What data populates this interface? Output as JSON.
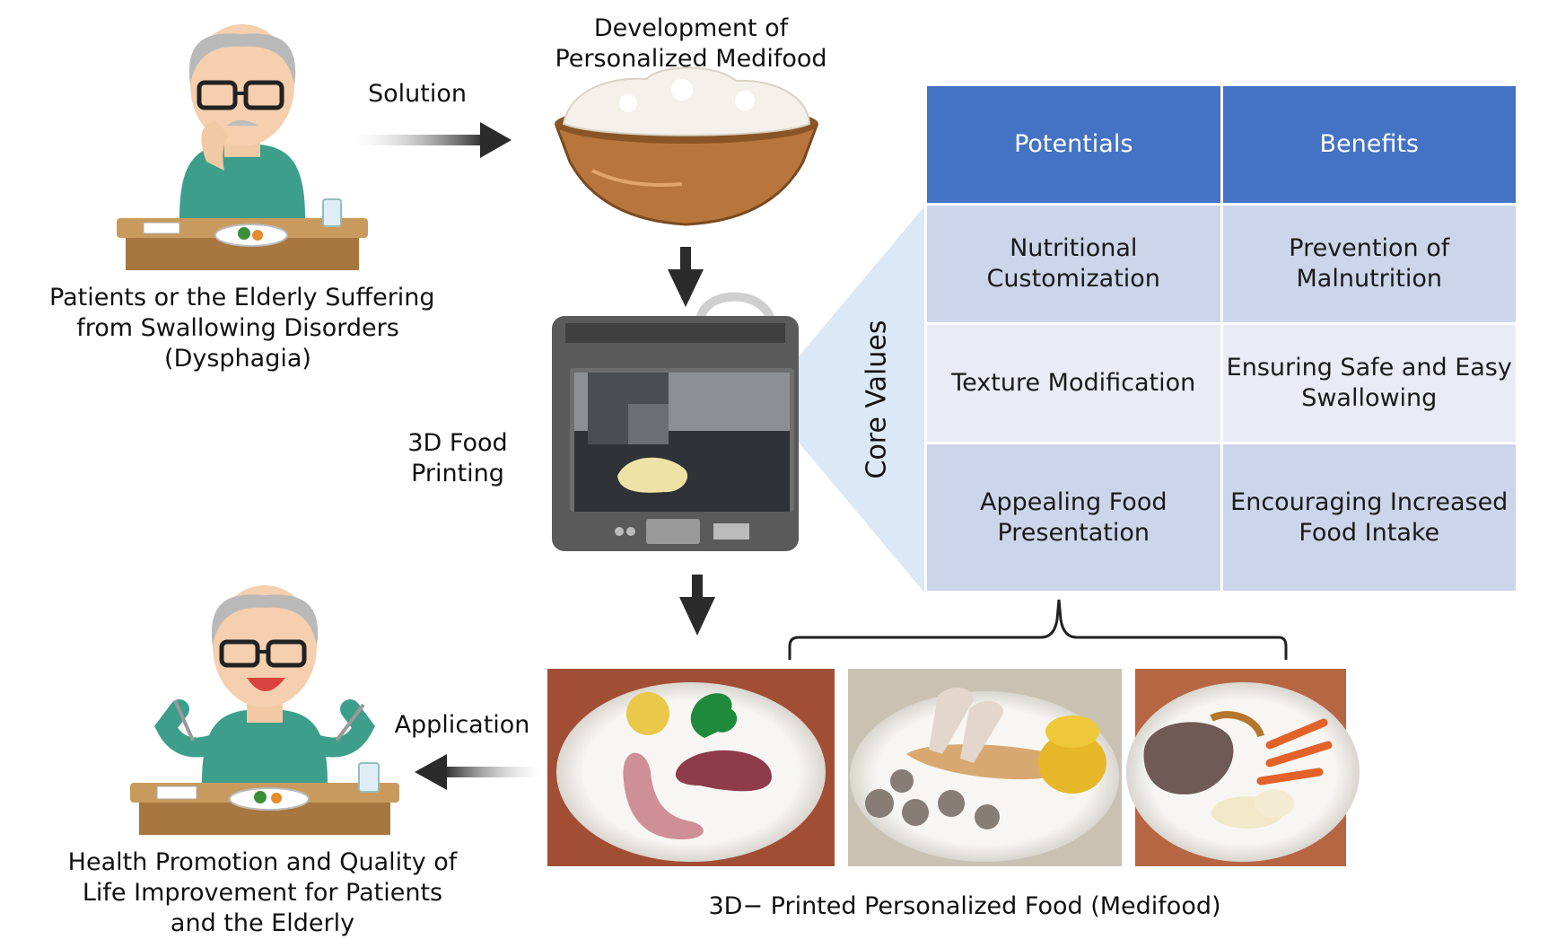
{
  "labels": {
    "patient": [
      "Patients or the Elderly Suffering",
      "from Swallowing Disorders",
      "(Dysphagia)"
    ],
    "solution": "Solution",
    "development": [
      "Development of",
      "Personalized Medifood"
    ],
    "printing": [
      "3D Food",
      "Printing"
    ],
    "application": "Application",
    "outcome": [
      "Health Promotion and Quality of",
      "Life Improvement for Patients",
      "and the Elderly"
    ],
    "printed_food": "3D− Printed Personalized Food (Medifood)",
    "core_values": "Core Values"
  },
  "table": {
    "headers": [
      "Potentials",
      "Benefits"
    ],
    "rows": [
      [
        [
          "Nutritional",
          "Customization"
        ],
        [
          "Prevention of",
          "Malnutrition"
        ]
      ],
      [
        [
          "Texture Modification"
        ],
        [
          "Ensuring Safe and Easy",
          "Swallowing"
        ]
      ],
      [
        [
          "Appealing Food",
          "Presentation"
        ],
        [
          "Encouraging Increased",
          "Food Intake"
        ]
      ]
    ]
  },
  "colors": {
    "table_header": "#4472c4",
    "table_row_dark": "#cdd5ea",
    "table_row_light": "#e9ecf5",
    "callout": "#dbe8f5",
    "arrow": "#333333"
  },
  "icons": [
    "elderly-man-thinking-icon",
    "rice-bowl-icon",
    "3d-printer-icon",
    "happy-elderly-man-eating-icon",
    "medifood-plate-photo"
  ]
}
